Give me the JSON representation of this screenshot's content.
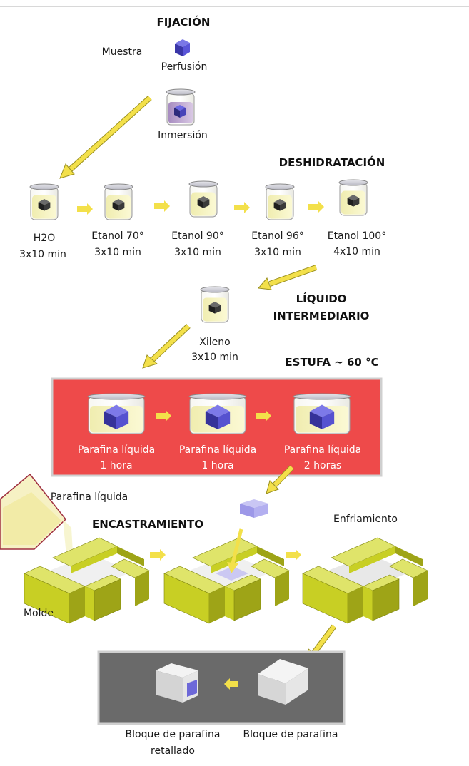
{
  "headings": {
    "fijacion": "FIJACIÓN",
    "deshidratacion": "DESHIDRATACIÓN",
    "liquido_1": "LÍQUIDO",
    "liquido_2": "INTERMEDIARIO",
    "estufa": "ESTUFA ~ 60 °C",
    "encastramiento": "ENCASTRAMIENTO"
  },
  "fixation": {
    "muestra": "Muestra",
    "perfusion": "Perfusión",
    "inmersion": "Inmersión"
  },
  "dehydration_steps": [
    {
      "name": "H2O",
      "time": "3x10 min"
    },
    {
      "name": "Etanol 70°",
      "time": "3x10 min"
    },
    {
      "name": "Etanol 90°",
      "time": "3x10 min"
    },
    {
      "name": "Etanol 96°",
      "time": "3x10 min"
    },
    {
      "name": "Etanol 100°",
      "time": "4x10 min"
    }
  ],
  "xileno": {
    "name": "Xileno",
    "time": "3x10 min"
  },
  "oven_steps": [
    {
      "name": "Parafina líquida",
      "time": "1 hora"
    },
    {
      "name": "Parafina líquida",
      "time": "1 hora"
    },
    {
      "name": "Parafina líquida",
      "time": "2 horas"
    }
  ],
  "embedding": {
    "parafina_liquida": "Parafina líquida",
    "molde": "Molde",
    "enfriamiento": "Enfriamiento"
  },
  "blocks": {
    "retallado_1": "Bloque de parafina",
    "retallado_2": "retallado",
    "bloque": "Bloque de parafina"
  },
  "colors": {
    "arrow": "#f3e04a",
    "oven": "#ee4a4a",
    "mold": "#c8cf24",
    "sample": "#5a55d8",
    "panel": "#6a6a6a"
  }
}
